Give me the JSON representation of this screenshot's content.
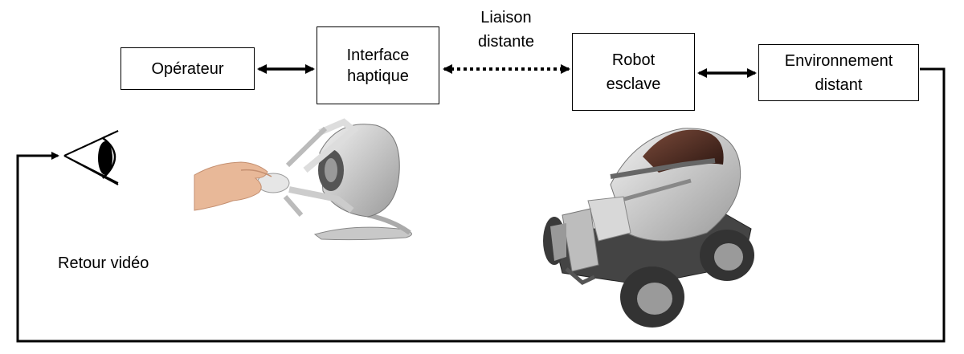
{
  "diagram": {
    "operator": {
      "label": "Opérateur"
    },
    "haptic_interface": {
      "line1": "Interface",
      "line2": "haptique"
    },
    "remote_link": {
      "line1": "Liaison",
      "line2": "distante"
    },
    "slave_robot": {
      "line1": "Robot",
      "line2": "esclave"
    },
    "remote_environment": {
      "line1": "Environnement",
      "line2": "distant"
    },
    "video_feedback": {
      "label": "Retour vidéo"
    }
  },
  "icons": [
    "eye-icon",
    "haptic-device-photo",
    "slave-robot-photo"
  ],
  "colors": {
    "line": "#000000",
    "background": "#ffffff"
  }
}
